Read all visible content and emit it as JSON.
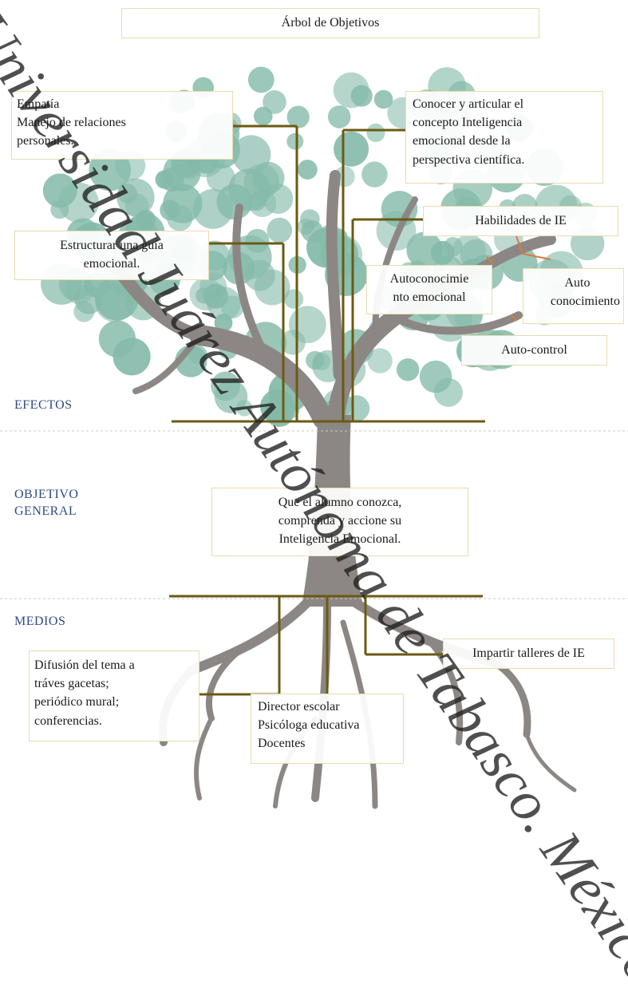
{
  "diagram": {
    "title": "Árbol de Objetivos",
    "sections": {
      "efectos": "EFECTOS",
      "objetivo_general": [
        "OBJETIVO",
        "GENERAL"
      ],
      "medios": "MEDIOS"
    },
    "efectos_boxes": {
      "empatia": [
        "Empatía",
        "Manejo de relaciones",
        "personales."
      ],
      "conocer": [
        "Conocer y articular el",
        "concepto Inteligencia",
        "emocional desde la",
        "perspectiva científica."
      ],
      "habilidades": "Habilidades de IE",
      "estructurar": [
        "Estructurar una guía",
        "emocional."
      ],
      "autoconocimiento_emocional": [
        "Autoconocimie",
        "nto emocional"
      ],
      "auto_conocimiento": [
        "Auto",
        "conocimiento"
      ],
      "auto_control": "Auto-control"
    },
    "objetivo_box": [
      "Que el alumno conozca,",
      "comprenda y accione su",
      "Inteligencia Emocional."
    ],
    "medios_boxes": {
      "difusion": [
        "Difusión del tema a",
        "tráves gacetas;",
        "periódico mural;",
        "conferencias."
      ],
      "impartir": "Impartir talleres de IE",
      "actores": [
        "Director escolar",
        "Psicóloga educativa",
        "Docentes"
      ]
    },
    "watermark": "Universidad Juárez Autónoma de Tabasco. México."
  },
  "colors": {
    "foliage": "#7fb7a6",
    "trunk": "#8c8784",
    "connector": "#6b5a12",
    "box_border": "#e8dcae",
    "section_text": "#2e4b86",
    "divider": "#c8c8c8"
  }
}
